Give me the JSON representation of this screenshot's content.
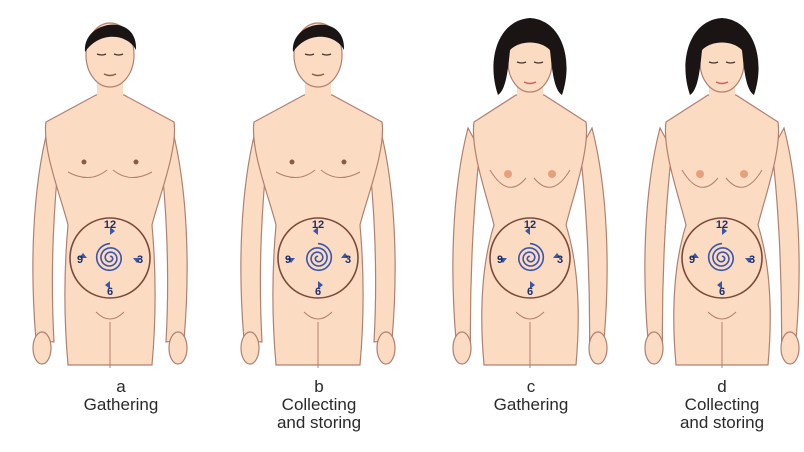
{
  "figures": [
    {
      "letter": "a",
      "line1": "Gathering",
      "line2": "",
      "sex": "male",
      "direction": "cw"
    },
    {
      "letter": "b",
      "line1": "Collecting",
      "line2": "and storing",
      "sex": "male",
      "direction": "ccw"
    },
    {
      "letter": "c",
      "line1": "Gathering",
      "line2": "",
      "sex": "female",
      "direction": "ccw"
    },
    {
      "letter": "d",
      "line1": "Collecting",
      "line2": "and storing",
      "sex": "female",
      "direction": "cw"
    }
  ],
  "clock_labels": {
    "top": "12",
    "right": "3",
    "bottom": "6",
    "left": "9"
  },
  "colors": {
    "skin": "#fbdcc2",
    "skin_outline": "#b08070",
    "hair": "#1a1514",
    "spiral": "#3b56a8",
    "circle": "#7a4a3c",
    "nipple": "#e8a07a"
  }
}
